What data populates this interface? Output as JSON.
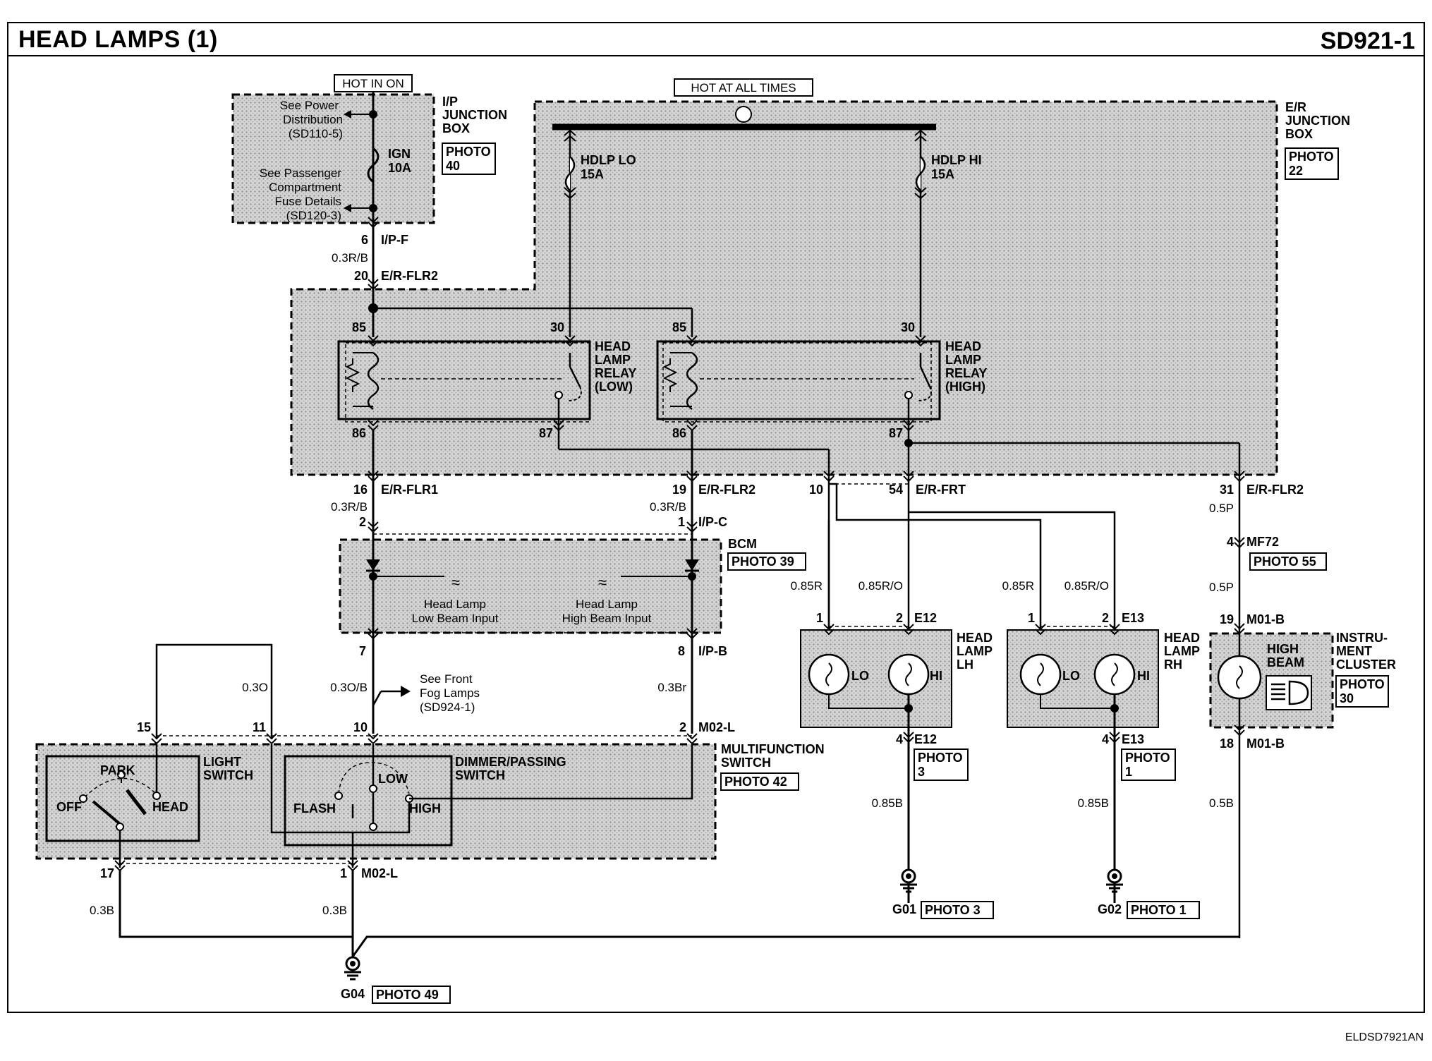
{
  "header": {
    "title": "HEAD LAMPS (1)",
    "code": "SD921-1"
  },
  "footer": {
    "code": "ELDSD7921AN"
  },
  "power": {
    "hot_in_on": "HOT IN ON",
    "hot_at_all_times": "HOT AT ALL TIMES"
  },
  "ip_junction": {
    "name": [
      "I/P",
      "JUNCTION",
      "BOX"
    ],
    "photo": [
      "PHOTO",
      "40"
    ],
    "see_power": [
      "See Power",
      "Distribution",
      "(SD110-5)"
    ],
    "see_passenger": [
      "See Passenger",
      "Compartment",
      "Fuse Details",
      "(SD120-3)"
    ],
    "fuse": [
      "IGN",
      "10A"
    ]
  },
  "er_junction": {
    "name": [
      "E/R",
      "JUNCTION",
      "BOX"
    ],
    "photo": [
      "PHOTO",
      "22"
    ],
    "fuse_lo": [
      "HDLP LO",
      "15A"
    ],
    "fuse_hi": [
      "HDLP HI",
      "15A"
    ]
  },
  "relay_low": {
    "name": [
      "HEAD",
      "LAMP",
      "RELAY",
      "(LOW)"
    ],
    "pins": [
      "85",
      "30",
      "86",
      "87"
    ]
  },
  "relay_high": {
    "name": [
      "HEAD",
      "LAMP",
      "RELAY",
      "(HIGH)"
    ],
    "pins": [
      "85",
      "30",
      "86",
      "87"
    ]
  },
  "connectors": {
    "ipf_pin": "6",
    "ipf": "I/P-F",
    "wire_03rb_a": "0.3R/B",
    "erflr2_top_pin": "20",
    "erflr2_top": "E/R-FLR2",
    "erflr1_pin": "16",
    "erflr1": "E/R-FLR1",
    "erflr2_mid_pin": "19",
    "erflr2_mid": "E/R-FLR2",
    "wire_03rb_b": "0.3R/B",
    "wire_03rb_c": "0.3R/B",
    "ipc_pin_a": "2",
    "ipc_pin_b": "1",
    "ipc": "I/P-C",
    "erfrt_pin_a": "10",
    "erfrt_pin_b": "54",
    "erfrt": "E/R-FRT",
    "erflr2_r_pin": "31",
    "erflr2_r": "E/R-FLR2",
    "wire_05p_a": "0.5P",
    "mf72_pin": "4",
    "mf72": "MF72",
    "mf72_photo": "PHOTO 55",
    "wire_05p_b": "0.5P",
    "ipb_pin_a": "7",
    "ipb_pin_b": "8",
    "ipb": "I/P-B",
    "wire_03o": "0.3O",
    "wire_03ob": "0.3O/B",
    "wire_03br": "0.3Br",
    "m02l_pins": [
      "15",
      "11",
      "10",
      "2"
    ],
    "m02l_top": "M02-L",
    "m02l_bot_pins": [
      "17",
      "1"
    ],
    "m02l_bot": "M02-L",
    "wire_03b_a": "0.3B",
    "wire_03b_b": "0.3B",
    "g04": "G04",
    "g04_photo": "PHOTO 49"
  },
  "bcm": {
    "name": "BCM",
    "photo": "PHOTO 39",
    "low": [
      "Head Lamp",
      "Low Beam Input"
    ],
    "high": [
      "Head Lamp",
      "High Beam Input"
    ]
  },
  "fog_ref": [
    "See Front",
    "Fog Lamps",
    "(SD924-1)"
  ],
  "multifunction": {
    "name": [
      "MULTIFUNCTION",
      "SWITCH"
    ],
    "photo": "PHOTO 42",
    "light_switch": [
      "LIGHT",
      "SWITCH"
    ],
    "positions": {
      "park": "PARK",
      "off": "OFF",
      "head": "HEAD"
    },
    "dimmer": [
      "DIMMER/PASSING",
      "SWITCH"
    ],
    "dim_positions": {
      "low": "LOW",
      "flash": "FLASH",
      "high": "HIGH"
    }
  },
  "lamp_lh": {
    "name": [
      "HEAD",
      "LAMP",
      "LH"
    ],
    "wires": [
      "0.85R",
      "0.85R/O"
    ],
    "pins": [
      "1",
      "2"
    ],
    "conn": "E12",
    "lo": "LO",
    "hi": "HI",
    "gnd_pin": "4",
    "gnd_conn": "E12",
    "photo": [
      "PHOTO",
      "3"
    ],
    "gnd_wire": "0.85B",
    "ground": "G01",
    "ground_photo": "PHOTO 3"
  },
  "lamp_rh": {
    "name": [
      "HEAD",
      "LAMP",
      "RH"
    ],
    "wires": [
      "0.85R",
      "0.85R/O"
    ],
    "pins": [
      "1",
      "2"
    ],
    "conn": "E13",
    "lo": "LO",
    "hi": "HI",
    "gnd_pin": "4",
    "gnd_conn": "E13",
    "photo": [
      "PHOTO",
      "1"
    ],
    "gnd_wire": "0.85B",
    "ground": "G02",
    "ground_photo": "PHOTO 1"
  },
  "cluster": {
    "name": [
      "INSTRU-",
      "MENT",
      "CLUSTER"
    ],
    "photo": [
      "PHOTO",
      "30"
    ],
    "indicator": [
      "HIGH",
      "BEAM"
    ],
    "top_pin": "19",
    "top_conn": "M01-B",
    "bot_pin": "18",
    "bot_conn": "M01-B",
    "wire": "0.5B"
  }
}
